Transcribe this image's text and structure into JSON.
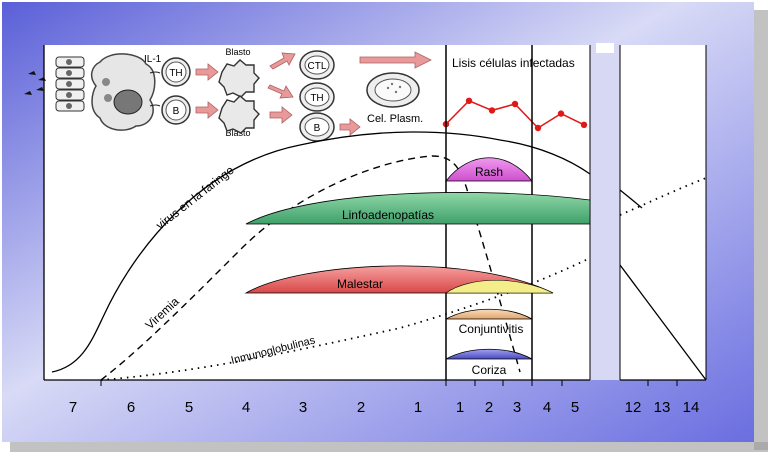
{
  "top_panel": {
    "il1_label": "IL-1",
    "th_label": "TH",
    "b_label": "B",
    "blasto_top": "Blasto",
    "blasto_bottom": "Blasto",
    "ctl_label": "CTL",
    "th2_label": "TH",
    "b2_label": "B",
    "plasma_label": "Cel. Plasm.",
    "lysis_label": "Lisis células infectadas"
  },
  "curves": {
    "virus_faringe": "virus en la faringe",
    "viremia": "Viremia",
    "inmunoglobulinas": "Inmunoglobulinas"
  },
  "symptoms": {
    "rash": "Rash",
    "linfoadenopatias": "Linfoadenopatías",
    "malestar": "Malestar",
    "conjuntivitis": "Conjuntivitis",
    "coriza": "Coriza"
  },
  "axis": {
    "before": [
      "7",
      "6",
      "5",
      "4",
      "3",
      "2",
      "1"
    ],
    "after": [
      "1",
      "2",
      "3",
      "4",
      "5"
    ],
    "late": [
      "12",
      "13",
      "14"
    ]
  },
  "lysis_series": [
    0.12,
    0.85,
    0.55,
    0.75,
    0.0,
    0.45,
    0.1
  ],
  "colors": {
    "background_blue": "#7b7fe0",
    "lysis_red": "#e01818",
    "rash": "#e27be0",
    "linfoadenopatias": "#6cc08c",
    "malestar": "#ee6e6e",
    "conjuntivitis": "#f2c79a",
    "coriza": "#6f6fd8",
    "yellow_overlay": "#f4ee8a"
  }
}
